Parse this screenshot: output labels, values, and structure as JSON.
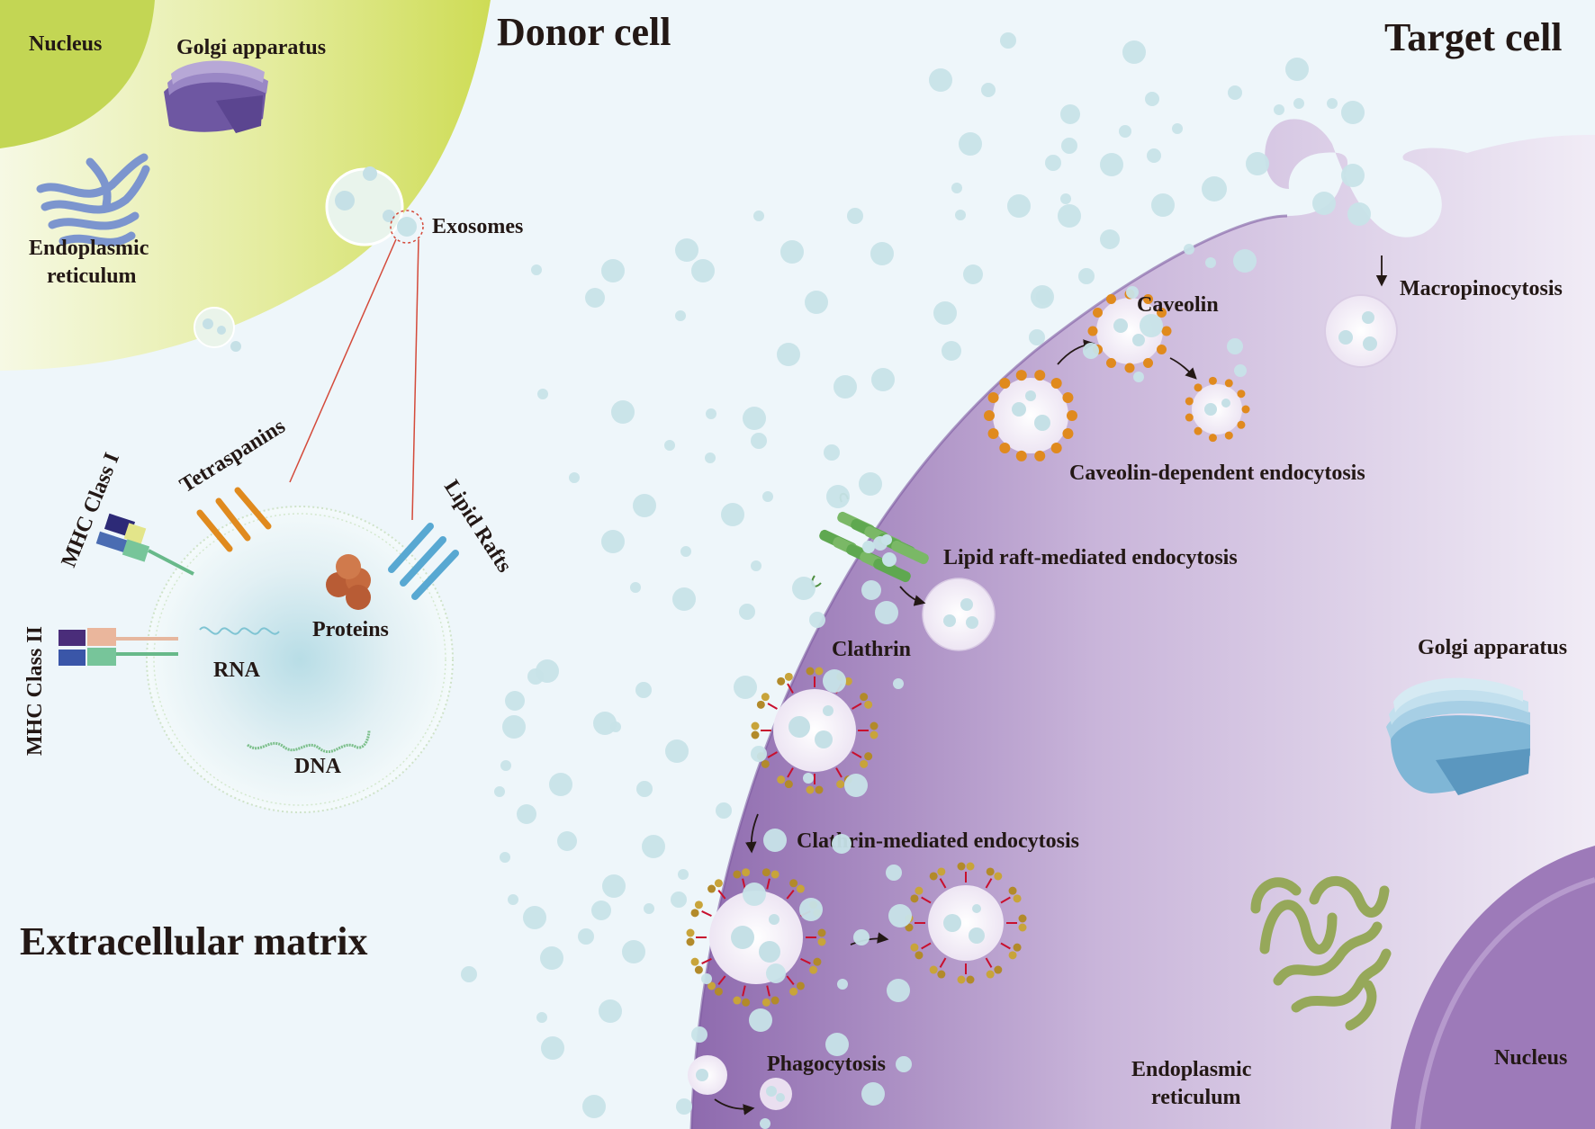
{
  "donor": {
    "title": "Donor cell",
    "nucleus": "Nucleus",
    "golgi": "Golgi apparatus",
    "er_line1": "Endoplasmic",
    "er_line2": "reticulum",
    "exosomes": "Exosomes"
  },
  "exosome_detail": {
    "mhc1": "MHC Class I",
    "mhc2": "MHC Class II",
    "tetraspanins": "Tetraspanins",
    "lipid_rafts": "Lipid Rafts",
    "proteins": "Proteins",
    "rna": "RNA",
    "dna": "DNA"
  },
  "matrix": {
    "title": "Extracellular matrix"
  },
  "target": {
    "title": "Target cell",
    "macropinocytosis": "Macropinocytosis",
    "caveolin": "Caveolin",
    "caveolin_endo": "Caveolin-dependent endocytosis",
    "lipid_raft_endo": "Lipid raft-mediated endocytosis",
    "clathrin": "Clathrin",
    "clathrin_endo": "Clathrin-mediated endocytosis",
    "phagocytosis": "Phagocytosis",
    "golgi": "Golgi apparatus",
    "er_line1": "Endoplasmic",
    "er_line2": "reticulum",
    "nucleus": "Nucleus"
  },
  "colors": {
    "background": "#eef6fa",
    "donor_cytoplasm": "#d3df6a",
    "target_cytoplasm": "#9b7bb7",
    "vesicle": "#c7e3e8",
    "caveolin_dot": "#e08a1e",
    "clathrin_triskelion": "#c8a43a",
    "lipid_raft_protein": "#5fa850",
    "golgi_donor": "#7a63aa",
    "golgi_target": "#7fb6d6",
    "er_donor": "#7d96cf",
    "er_target": "#9aab5a"
  }
}
